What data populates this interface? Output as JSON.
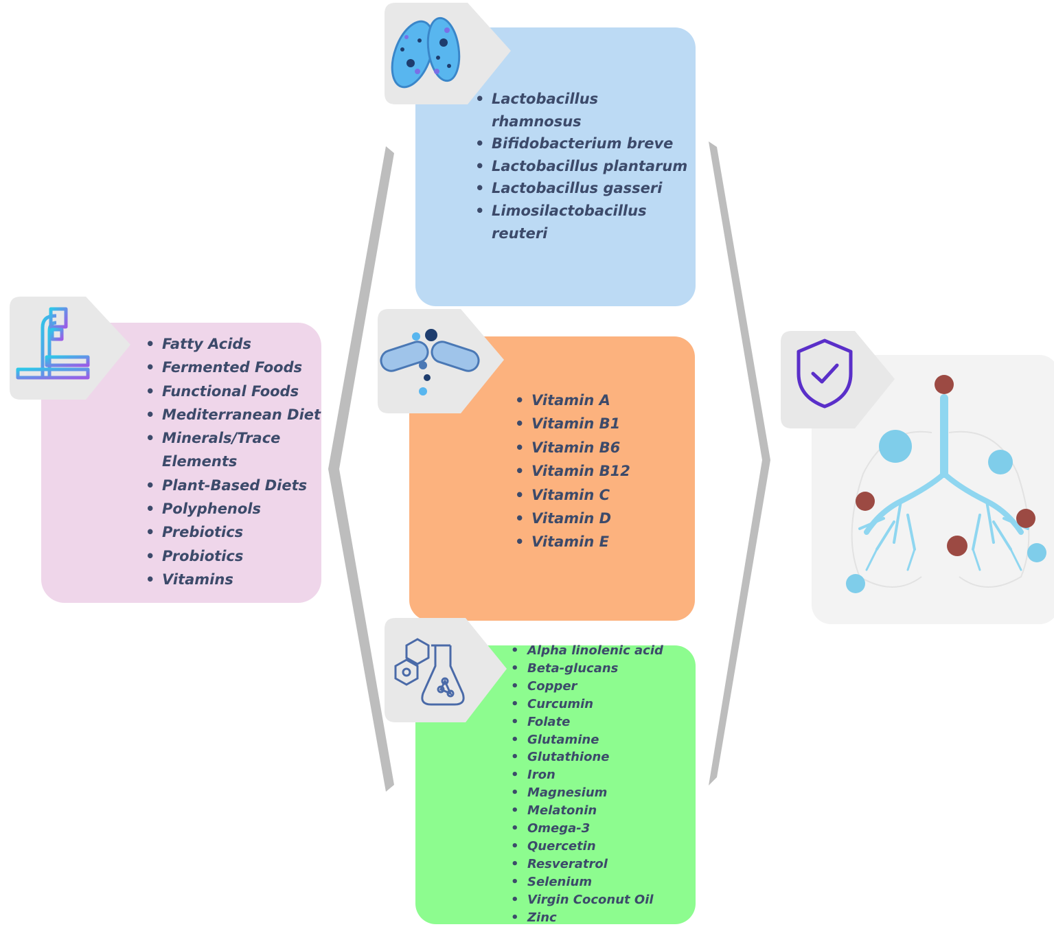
{
  "categories_card": {
    "icon": "microscope-icon",
    "items": [
      "Fatty Acids",
      "Fermented Foods",
      "Functional Foods",
      "Mediterranean Diet",
      "Minerals/Trace Elements",
      "Plant-Based Diets",
      "Polyphenols",
      "Prebiotics",
      "Probiotics",
      "Vitamins"
    ]
  },
  "probiotics_card": {
    "icon": "bacteria-icon",
    "items": [
      "Lactobacillus rhamnosus",
      "Bifidobacterium breve",
      "Lactobacillus plantarum",
      "Lactobacillus gasseri",
      "Limosilactobacillus reuteri"
    ]
  },
  "vitamins_card": {
    "icon": "capsule-icon",
    "items": [
      "Vitamin A",
      "Vitamin B1",
      "Vitamin B6",
      "Vitamin B12",
      "Vitamin C",
      "Vitamin D",
      "Vitamin E"
    ]
  },
  "compounds_card": {
    "icon": "chemistry-flask-icon",
    "items": [
      "Alpha linolenic acid",
      "Beta-glucans",
      "Copper",
      "Curcumin",
      "Folate",
      "Glutamine",
      "Glutathione",
      "Iron",
      "Magnesium",
      "Melatonin",
      "Omega-3",
      "Quercetin",
      "Resveratrol",
      "Selenium",
      "Virgin Coconut Oil",
      "Zinc"
    ]
  },
  "outcome": {
    "icon": "shield-check-icon",
    "illustration": "lungs-virus-illustration"
  },
  "colors": {
    "pink": "#efd6ea",
    "blue": "#bcdaf4",
    "orange": "#fcb27e",
    "green": "#8dfc8f",
    "text": "#3c4a6a",
    "tab": "#e8e8e8",
    "bracket": "#bdbdbd",
    "shield": "#5a2fc9"
  }
}
